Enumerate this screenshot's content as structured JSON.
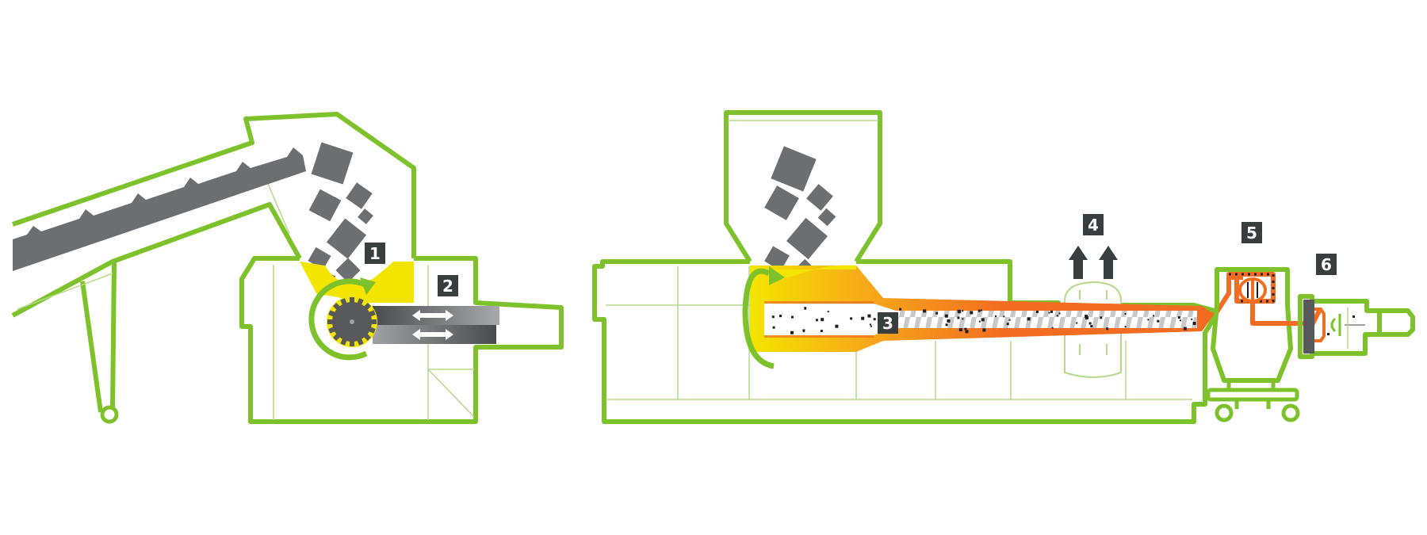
{
  "colors": {
    "outline": "#7dc22b",
    "thin": "#b6d98a",
    "material": "#6d6e71",
    "material_dark": "#58595b",
    "yellow": "#f4e500",
    "orange": "#f26c21",
    "badge": "#383d3d",
    "white": "#ffffff"
  },
  "steps": [
    {
      "id": "1",
      "label": "1"
    },
    {
      "id": "2",
      "label": "2"
    },
    {
      "id": "3",
      "label": "3"
    },
    {
      "id": "4",
      "label": "4"
    },
    {
      "id": "5",
      "label": "5"
    },
    {
      "id": "6",
      "label": "6"
    }
  ],
  "icons": {
    "rotation": "rotation-arrow-icon",
    "reciprocating": "double-arrow-icon",
    "vent": "up-arrow-icon"
  }
}
